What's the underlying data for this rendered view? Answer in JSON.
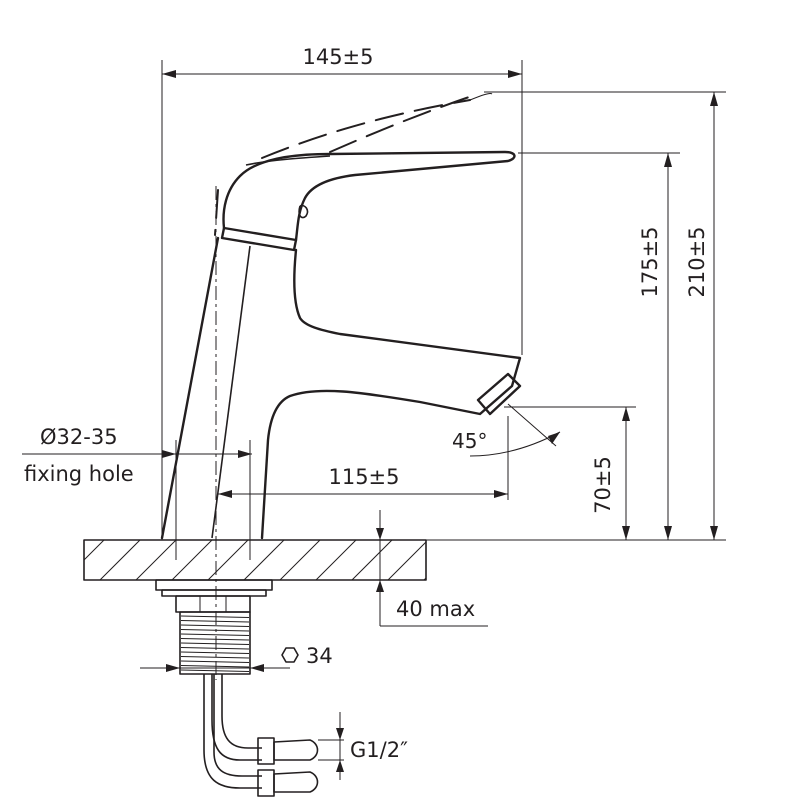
{
  "dimensions": {
    "overall_width": "145±5",
    "spout_reach": "115±5",
    "spout_height": "175±5",
    "total_height": "210±5",
    "outlet_height": "70±5",
    "spout_angle": "45°",
    "hole_diameter": "Ø32-35",
    "hole_label": "fixing hole",
    "max_thickness": "40 max",
    "nut_size": "34",
    "thread": "G1/2″"
  }
}
